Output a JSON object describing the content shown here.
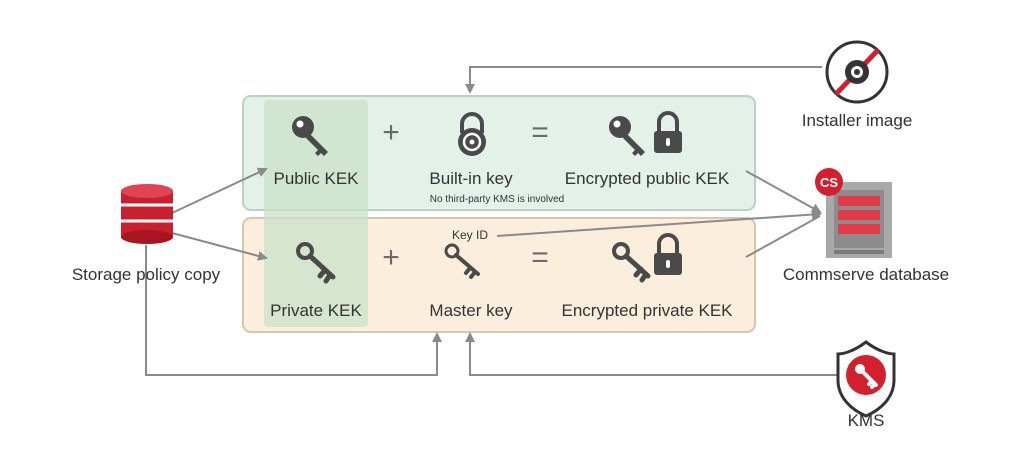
{
  "colors": {
    "public_row_bg": "#e3f1e8",
    "public_row_border": "#b9d3c0",
    "private_row_bg": "#fbeedd",
    "private_row_border": "#d9c6ad",
    "kek_column_highlight": "#c9e2c8",
    "accent_red": "#d2202e",
    "icon_gray": "#4a4a4a",
    "arrow_gray": "#8a8a8a"
  },
  "public_row": {
    "kek_label": "Public KEK",
    "plus": "+",
    "builtin_label": "Built-in key",
    "builtin_note": "No third-party KMS is involved",
    "equals": "=",
    "result_label": "Encrypted public KEK"
  },
  "private_row": {
    "kek_label": "Private KEK",
    "plus": "+",
    "master_label": "Master key",
    "key_id_label": "Key ID",
    "equals": "=",
    "result_label": "Encrypted private KEK"
  },
  "nodes": {
    "storage_policy": {
      "label": "Storage policy copy",
      "icon": "database-icon"
    },
    "installer": {
      "label": "Installer image",
      "icon": "disc-icon"
    },
    "commserve": {
      "label": "Commserve database",
      "badge": "CS",
      "icon": "server-icon"
    },
    "kms": {
      "label": "KMS",
      "icon": "shield-key-icon"
    }
  }
}
